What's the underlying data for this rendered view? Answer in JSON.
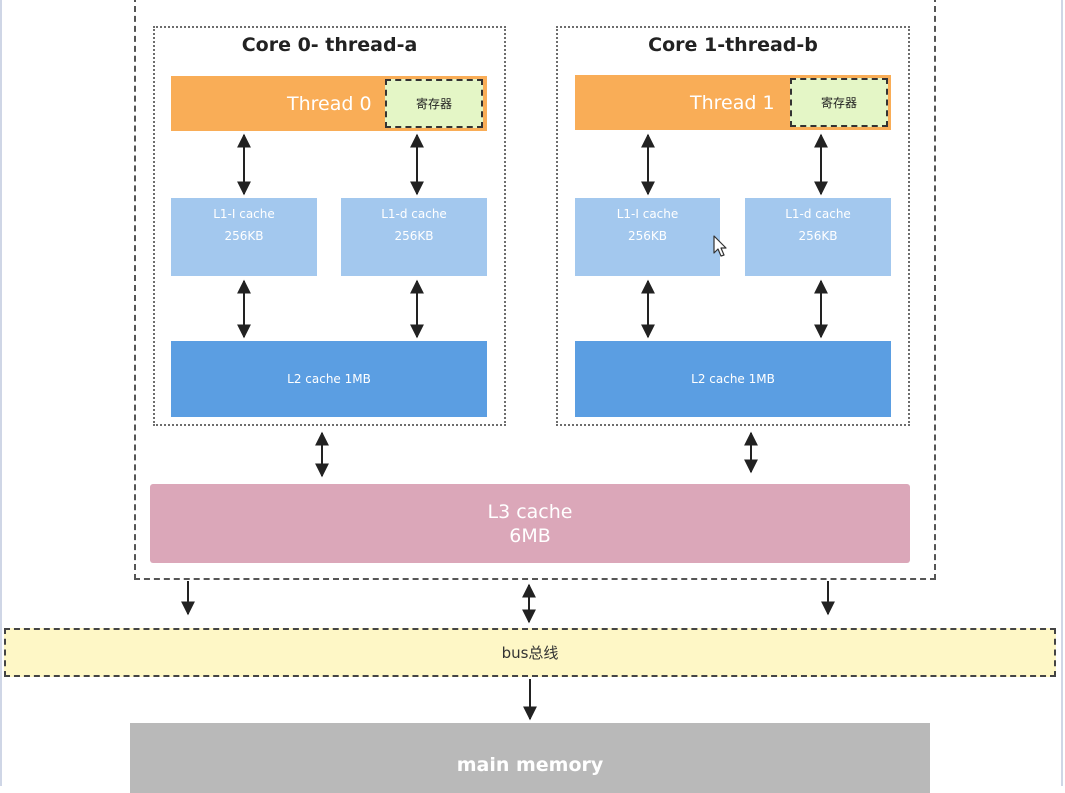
{
  "cores": [
    {
      "title": "Core 0- thread-a",
      "thread_label": "Thread 0",
      "register_label": "寄存器",
      "l1i": {
        "name": "L1-I cache",
        "size": "256KB"
      },
      "l1d": {
        "name": "L1-d cache",
        "size": "256KB"
      },
      "l2": "L2 cache 1MB"
    },
    {
      "title": "Core 1-thread-b",
      "thread_label": "Thread 1",
      "register_label": "寄存器",
      "l1i": {
        "name": "L1-I cache",
        "size": "256KB"
      },
      "l1d": {
        "name": "L1-d cache",
        "size": "256KB"
      },
      "l2": "L2 cache 1MB"
    }
  ],
  "l3": {
    "name": "L3 cache",
    "size": "6MB"
  },
  "bus": "bus总线",
  "memory": "main memory",
  "colors": {
    "thread": "#f9ad57",
    "register": "#e4f6c6",
    "l1": "#a3c8ee",
    "l2": "#5b9ee2",
    "l3": "#dba7b9",
    "bus": "#fef7c6",
    "memory": "#b9b9b9"
  }
}
